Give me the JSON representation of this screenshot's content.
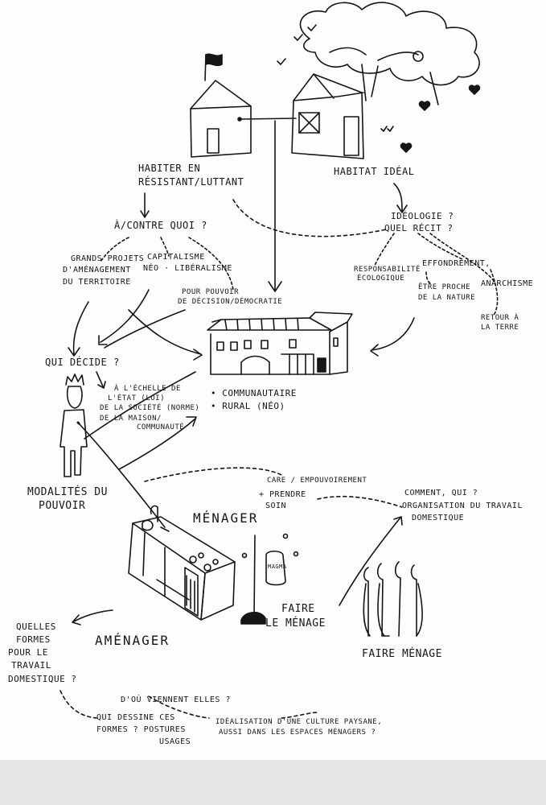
{
  "labels": {
    "habiter_1": "HABITER EN",
    "habiter_2": "RÉSISTANT/LUTTANT",
    "habitat_ideal": "HABITAT IDÉAL",
    "a_contre": "À/CONTRE QUOI ?",
    "ideologie_1": "IDÉOLOGIE ?",
    "ideologie_2": "QUEL RÉCIT ?",
    "grands_1": "GRANDS PROJETS",
    "grands_2": "D'AMÉNAGEMENT",
    "grands_3": "DU TERRITOIRE",
    "capital_1": "CAPITALISME",
    "capital_2": "NÉO · LIBÉRALISME",
    "responsa_1": "RESPONSABILITÉ",
    "responsa_2": "ÉCOLOGIQUE",
    "effondrement": "EFFONDREMENT,",
    "proche_1": "ÊTRE PROCHE",
    "proche_2": "DE LA NATURE",
    "anarchisme": "ANARCHISME",
    "retour_1": "RETOUR À",
    "retour_2": "LA TERRE",
    "pouvoir_1": "POUR POUVOIR",
    "pouvoir_2": "DE DÉCISION/DÉMOCRATIE",
    "qui_decide": "QUI DÉCIDE ?",
    "echelle_1": "À L'ÉCHELLE DE",
    "echelle_2": "L'ÉTAT (LOI)",
    "echelle_3": "DE LA SOCIÉTÉ (NORME)",
    "echelle_4": "DE LA MAISON/",
    "echelle_5": "COMMUNAUTÉ",
    "communautaire": "• COMMUNAUTAIRE",
    "rural": "• RURAL (NÉO)",
    "modalites_1": "MODALITÉS DU",
    "modalites_2": "POUVOIR",
    "care": "CARE / EMPOUVOIREMENT",
    "prendre_1": "+ PRENDRE",
    "prendre_2": "SOIN",
    "menager": "MÉNAGER",
    "comment_1": "COMMENT, QUI ?",
    "comment_2": "ORGANISATION DU TRAVAIL",
    "comment_3": "DOMESTIQUE",
    "faire_1": "FAIRE",
    "faire_2": "LE MÉNAGE",
    "faire_menage": "FAIRE MÉNAGE",
    "amenager": "AMÉNAGER",
    "quelles_1": "QUELLES",
    "quelles_2": "FORMES",
    "quelles_3": "POUR LE",
    "quelles_4": "TRAVAIL",
    "quelles_5": "DOMESTIQUE ?",
    "dou_viennent": "D'OÙ VIENNENT ELLES ?",
    "qui_dessine_1": "QUI DESSINE CES",
    "qui_dessine_2": "FORMES ? POSTURES",
    "qui_dessine_3": "USAGES",
    "idealisation_1": "IDÉALISATION D'UNE CULTURE PAYSANE,",
    "idealisation_2": "AUSSI DANS LES ESPACES MÉNAGERS ?",
    "jar_label": "MAGMA"
  }
}
